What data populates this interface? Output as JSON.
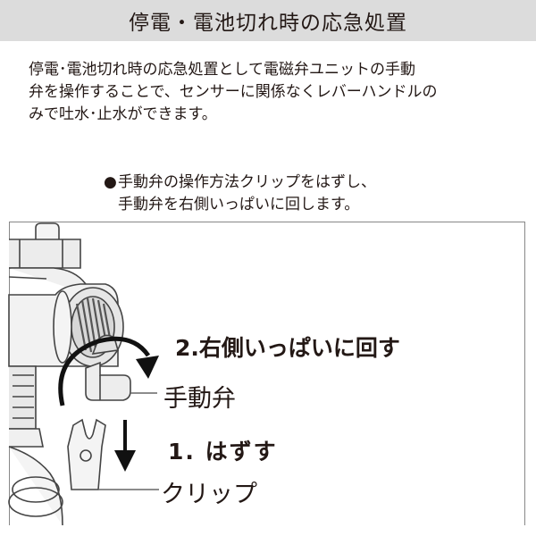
{
  "header": {
    "title": "停電・電池切れ時の応急処置"
  },
  "intro": {
    "lines": [
      "停電･電池切れ時の応急処置として電磁弁ユニットの手動",
      "弁を操作することで、センサーに関係なくレバーハンドルの",
      "みで吐水･止水ができます。"
    ]
  },
  "instruction": {
    "bullet": "●",
    "lines": [
      "手動弁の操作方法クリップをはずし、",
      "手動弁を右側いっぱいに回します。"
    ]
  },
  "figure": {
    "step_rotate": "2.右側いっぱいに回す",
    "part_valve": "手動弁",
    "step_remove": "1. はずす",
    "part_clip": "クリップ"
  },
  "colors": {
    "title_bg": "#dcdcdc",
    "text": "#231815",
    "line": "#444444"
  }
}
